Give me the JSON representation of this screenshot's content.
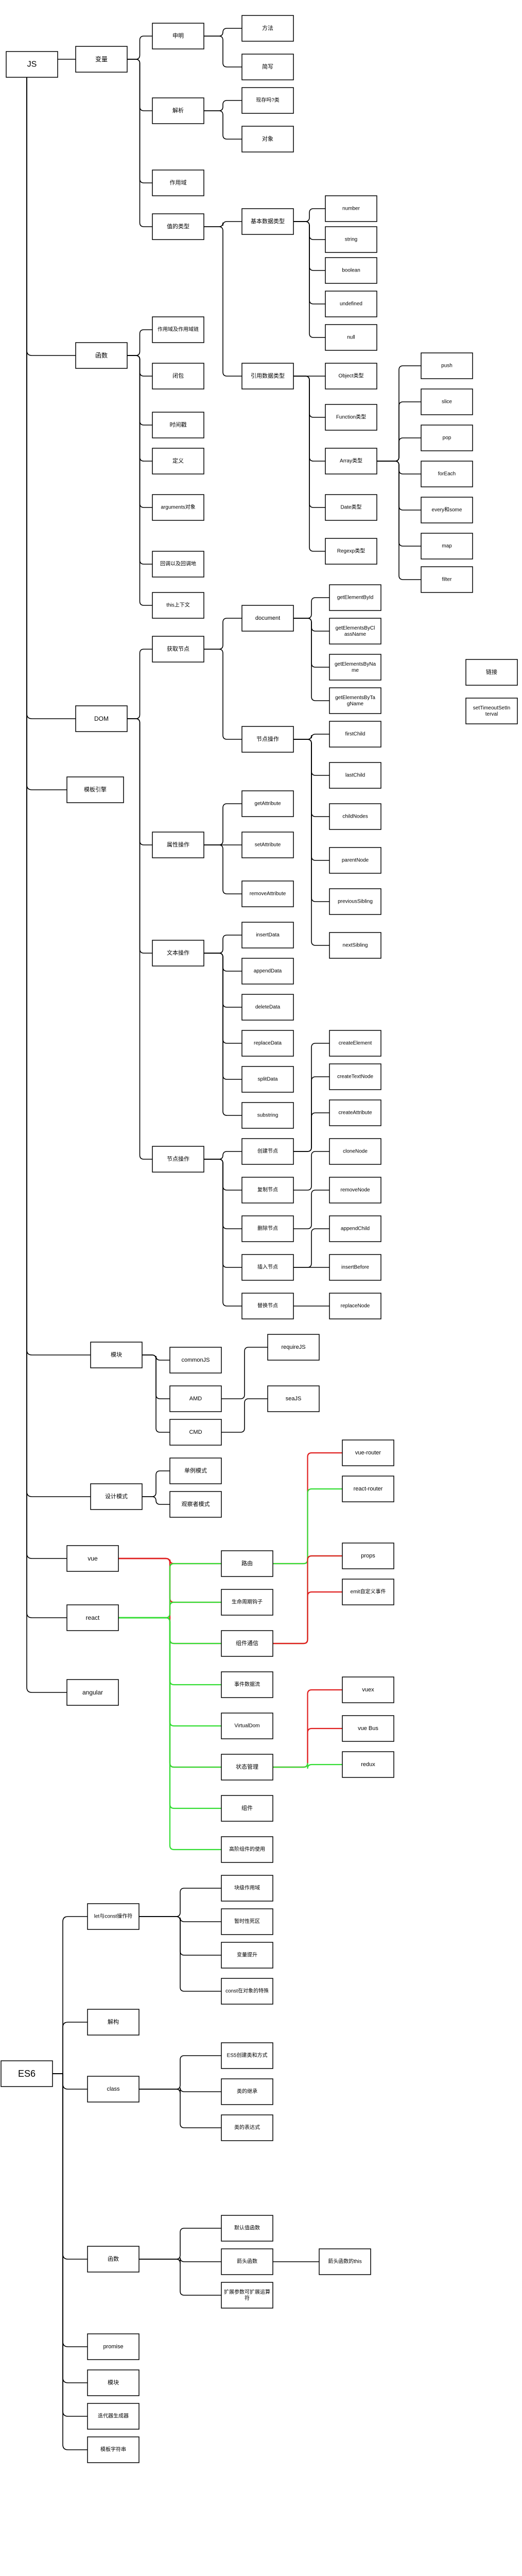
{
  "colors": {
    "node_border": "#000000",
    "node_fill": "#ffffff",
    "edge_default": "#000000",
    "edge_red": "#e01f1f",
    "edge_green": "#33dd33"
  },
  "nodes": {
    "js": "JS",
    "es6": "ES6",
    "bianliang": "变量",
    "zuoyongyu": "作用域",
    "shujuleixing": "值的类型",
    "hanshu": "函数",
    "dom": "DOM",
    "mobanyinqing": "模板引擎",
    "mokuai": "模块",
    "shejimoshi": "设计模式",
    "vue": "vue",
    "react": "react",
    "angular": "angular",
    "shengming": "申明",
    "fangfa": "方法",
    "jianpian": "简写",
    "jieshi": "解析",
    "xiancunlei": "现存吗?类",
    "shixiang": "对象",
    "jibenleixing": "基本数据类型",
    "yinyongleixing": "引用数据类型",
    "number": "number",
    "string": "string",
    "boolean": "boolean",
    "undefined": "undefined",
    "null": "null",
    "object": "Object类型",
    "function": "Function类型",
    "array": "Array类型",
    "date": "Date类型",
    "regexp": "Regexp类型",
    "push": "push",
    "slice": "slice",
    "pop": "pop",
    "foreach": "forEach",
    "every": "every和some",
    "map": "map",
    "filter": "filter",
    "zuoyongyu2": "作用域及作用域链",
    "bibao": "闭包",
    "shijian": "时间戳",
    "dingyi": "定义",
    "arguments": "arguments对象",
    "huidiao": "回调以及回调地",
    "this": "this上下文",
    "huoqujiedian": "获取节点",
    "document": "document",
    "jiedianlianjie": "节点操作",
    "getbyid": "getElementById",
    "getbyclass": "getElementsByClassName",
    "getbyname": "getElementsByName",
    "getbytag": "getElementsByTagName",
    "firstchild": "firstChild",
    "lastchild": "lastChild",
    "childnodes": "childNodes",
    "parentnode": "parentNode",
    "prevsib": "previousSibling",
    "nextsib": "nextSibling",
    "shuxingcaozuo": "属性操作",
    "getattr": "getAttribute",
    "setattr": "setAttribute",
    "removeattr": "removeAttribute",
    "wenbencaozuo": "文本操作",
    "insertdata": "insertData",
    "appenddata": "appendData",
    "deletedata": "deleteData",
    "replacedata": "replaceData",
    "splitdata": "splitData",
    "substring": "substring",
    "jiediancaozuo2": "节点操作",
    "chuangjian": "创建节点",
    "fuzhi": "复制节点",
    "shanchu": "删除节点",
    "charu": "插入节点",
    "tihuan": "替换节点",
    "createelement": "createElement",
    "createtextnode": "createTextNode",
    "createattribute": "createAttribute",
    "clonenode": "cloneNode",
    "removenode": "removeNode",
    "appendchild": "appendChild",
    "insertbefore": "insertBefore",
    "replacenode": "replaceNode",
    "commonjs": "commonJS",
    "amd": "AMD",
    "cmd": "CMD",
    "requirejs": "requireJS",
    "seajs": "seaJS",
    "danlimoshi": "单例模式",
    "guanchazhe": "观察者模式",
    "lianjie": "链接",
    "settimeout": "setTimeoutSetInterval",
    "luyou": "路由",
    "shengmingzhouqi": "生命周期钩子",
    "zujiantongxin": "组件通信",
    "shuxing": "事件数据流",
    "virtualdom": "VirtualDom",
    "zhuangtai": "状态管理",
    "zujian": "组件",
    "gaojiezujian": "高阶组件的使用",
    "vuerouter": "vue-router",
    "reactrouter": "react-router",
    "props": "props",
    "emit": "emit自定义事件",
    "vuex": "vuex",
    "vuebus": "vue Bus",
    "redux": "redux",
    "letconst": "let与const操作符",
    "kuaijiyuyu": "块级作用域",
    "zanshisiqu": "暂时性死区",
    "bianliangtisheng": "变量提升",
    "const": "const在对象的特殊",
    "jiegou": "解构",
    "class": "class",
    "es5es6": "ES5创建类和方式",
    "leideti": "类的继承",
    "leidebiaodashi": "类的表达式",
    "hanshu2": "函数",
    "morenzhi": "默认值函数",
    "jiantou": "箭头函数",
    "kuozhan": "扩展参数可扩展运算符",
    "jiantouthis": "箭头函数的this",
    "promise": "promise",
    "mokuai2": "模块",
    "diedaiqi": "迭代器生成器",
    "mobanzifuchuan": "模板字符串"
  }
}
